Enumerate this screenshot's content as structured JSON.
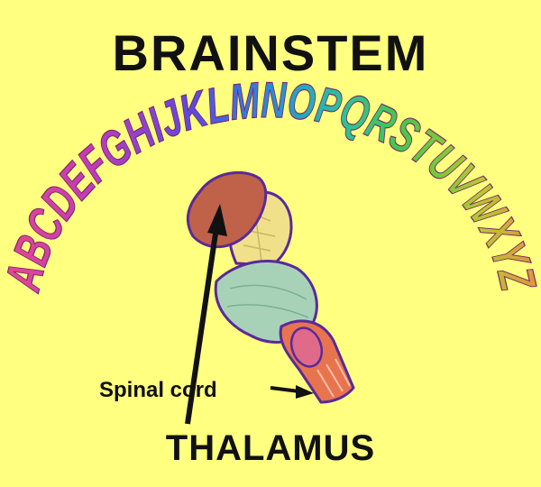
{
  "title": "BRAINSTEM",
  "alphabet": "ABCDEFGHIJKLMNOPQRSTUVWXYZ",
  "labels": {
    "spinal_cord": "Spinal cord",
    "thalamus": "THALAMUS"
  },
  "colors": {
    "background": "#ffff80",
    "thalamus": "#c0614a",
    "outline": "#5a2a9a",
    "midbrain": "#f0e08a",
    "pons": "#a8d2b8",
    "medulla": "#e8744f",
    "medulla_inner": "#e06a8a",
    "text": "#111111"
  }
}
